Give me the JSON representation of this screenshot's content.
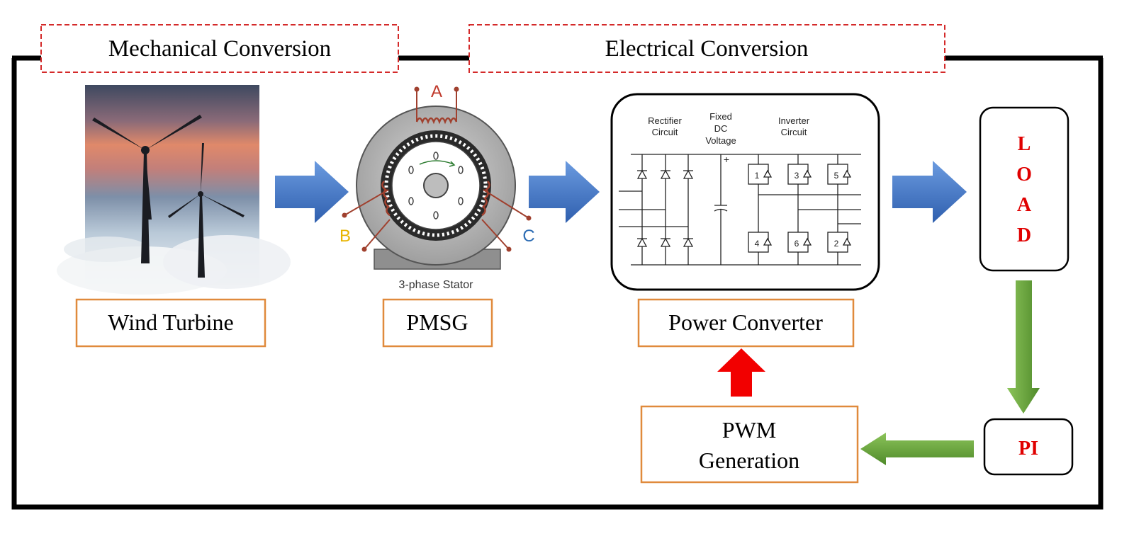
{
  "sections": {
    "mechanical": "Mechanical Conversion",
    "electrical": "Electrical Conversion"
  },
  "blocks": {
    "wind_turbine": "Wind Turbine",
    "pmsg": "PMSG",
    "power_converter": "Power Converter",
    "pwm_line1": "PWM",
    "pwm_line2": "Generation",
    "load_letters": [
      "L",
      "O",
      "A",
      "D"
    ],
    "pi": "PI"
  },
  "pmsg_figure": {
    "phase_a": "A",
    "phase_b": "B",
    "phase_c": "C",
    "caption": "3-phase Stator"
  },
  "converter_figure": {
    "rectifier_1": "Rectifier",
    "rectifier_2": "Circuit",
    "dc_1": "Fixed",
    "dc_2": "DC",
    "dc_3": "Voltage",
    "inverter_1": "Inverter",
    "inverter_2": "Circuit",
    "plus": "+",
    "switch_numbers": [
      "1",
      "3",
      "5",
      "4",
      "6",
      "2"
    ]
  },
  "colors": {
    "frame": "#000000",
    "dashed_red": "#d42a2a",
    "orange_box": "#e08a3c",
    "blue_arrow": "#3d73c9",
    "green_arrow": "#6aa63a",
    "red_arrow": "#f20000",
    "label_red": "#e00000",
    "phase_a": "#c0392b",
    "phase_b": "#e8b400",
    "phase_c": "#2e6db4",
    "coil": "#a0402e"
  }
}
